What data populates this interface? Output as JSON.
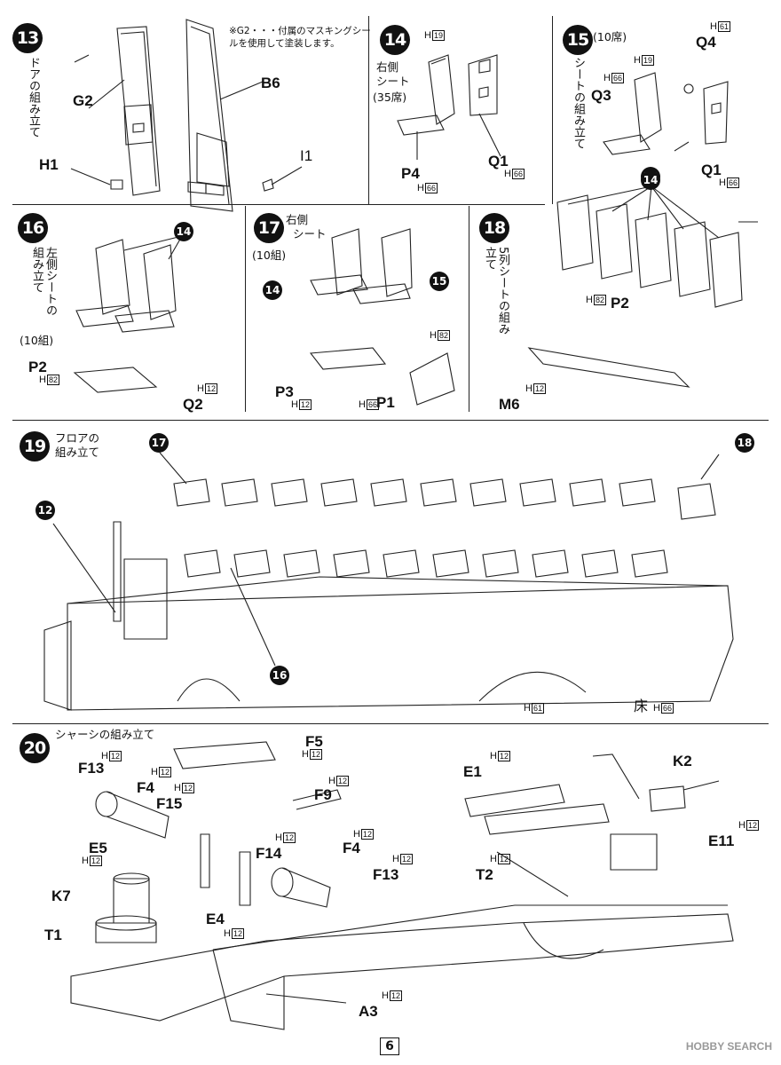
{
  "page_number": "6",
  "watermark": "HOBBY SEARCH",
  "steps": {
    "s13": {
      "number": "13",
      "title": "ドアの組み立て",
      "note": "※G2・・・付属のマスキングシールを使用して塗装します。",
      "parts": {
        "g2": "G2",
        "b6": "B6",
        "h1": "H1",
        "i1": "I1"
      }
    },
    "s14": {
      "number": "14",
      "title_line1": "右側",
      "title_line2": "シート",
      "subtitle": "(35席)",
      "parts": {
        "p4": "P4",
        "q1": "Q1"
      },
      "runners": {
        "h19": "19",
        "h66a": "66",
        "h66b": "66"
      }
    },
    "s15": {
      "number": "15",
      "subtitle": "(10席)",
      "title": "シートの組み立て",
      "parts": {
        "q4": "Q4",
        "q3": "Q3",
        "q1": "Q1"
      },
      "runners": {
        "h61": "61",
        "h19": "19",
        "h66a": "66",
        "h66b": "66"
      },
      "ref": "14"
    },
    "s16": {
      "number": "16",
      "title": "左側シートの組み立て",
      "subtitle": "(10組)",
      "parts": {
        "p2": "P2",
        "q2": "Q2"
      },
      "runners": {
        "h82": "82",
        "h12": "12"
      },
      "ref": "14"
    },
    "s17": {
      "number": "17",
      "title_line1": "右側",
      "title_line2": "シート",
      "subtitle": "(10組)",
      "parts": {
        "p3": "P3",
        "p1": "P1"
      },
      "runners": {
        "h12": "12",
        "h66": "66",
        "h82": "82"
      },
      "refs": [
        "14",
        "15"
      ]
    },
    "s18": {
      "number": "18",
      "title": "5列シートの組み立て",
      "parts": {
        "p2": "P2",
        "m6": "M6"
      },
      "runners": {
        "h82": "82",
        "h12": "12"
      },
      "ref": "14"
    },
    "s19": {
      "number": "19",
      "title_line1": "フロアの",
      "title_line2": "組み立て",
      "refs": [
        "17",
        "18",
        "12",
        "16"
      ],
      "floor_label": "床",
      "runners": {
        "h61": "61",
        "h66": "66"
      }
    },
    "s20": {
      "number": "20",
      "title": "シャーシの組み立て",
      "parts": {
        "f5": "F5",
        "f13a": "F13",
        "f4a": "F4",
        "f15": "F15",
        "f9": "F9",
        "e5": "E5",
        "f14": "F14",
        "f4b": "F4",
        "f13b": "F13",
        "k7": "K7",
        "e4": "E4",
        "t1": "T1",
        "a3": "A3",
        "e1": "E1",
        "k2": "K2",
        "e11": "E11",
        "t2": "T2"
      },
      "runner_label": "12"
    }
  },
  "runner_prefix": "H"
}
